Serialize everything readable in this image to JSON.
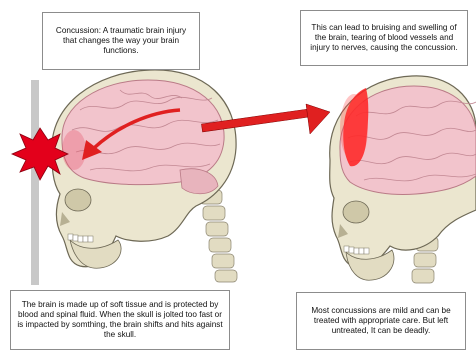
{
  "captions": {
    "top_left": "Concussion: A traumatic brain injury that changes the way your brain functions.",
    "top_right": "This can lead to bruising and swelling of the brain, tearing of blood vessels and injury to nerves, causing the concussion.",
    "bottom_left": "The brain is made up of soft tissue and is protected by blood and spinal fluid. When the skull  is jolted too fast or is impacted by somthing, the brain shifts and hits against the skull.",
    "bottom_right": "Most concussions are mild and can be treated with appropriate care. But left untreated, It can be deadly."
  },
  "colors": {
    "impact_burst": "#e3001b",
    "motion_arrow": "#e02020",
    "bruise": "#ff2020",
    "brain": "#f2c4cc",
    "bone": "#ebe6cf",
    "wall": "#c8c8c8"
  }
}
